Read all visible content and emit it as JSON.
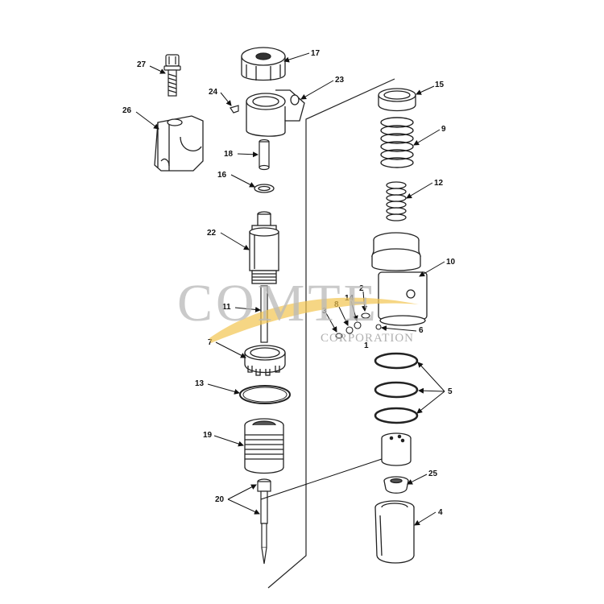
{
  "watermark": {
    "brand": "COMTE",
    "subtitle": "CORPORATION"
  },
  "callouts": [
    "27",
    "26",
    "24",
    "17",
    "23",
    "18",
    "16",
    "22",
    "11",
    "7",
    "13",
    "19",
    "20",
    "15",
    "9",
    "12",
    "10",
    "2",
    "14",
    "8",
    "3",
    "6",
    "1",
    "5",
    "25",
    "4"
  ]
}
